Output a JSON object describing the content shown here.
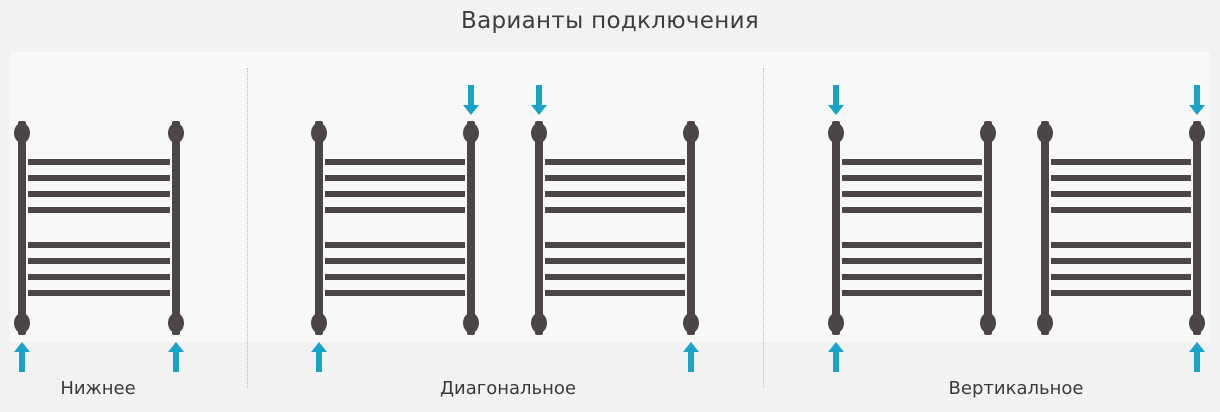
{
  "title": "Варианты подключения",
  "colors": {
    "pipe": "#4b4545",
    "arrow": "#1aa3c8",
    "background": "#f2f2f2"
  },
  "sections": [
    {
      "label": "Нижнее"
    },
    {
      "label": "Диагональное"
    },
    {
      "label": "Вертикальное"
    }
  ],
  "heaters": [
    {
      "name": "towel-rail-bottom",
      "arrows": [
        "bottom-left-up",
        "bottom-right-up"
      ]
    },
    {
      "name": "towel-rail-diagonal-1",
      "arrows": [
        "bottom-left-up",
        "top-right-down"
      ]
    },
    {
      "name": "towel-rail-diagonal-2",
      "arrows": [
        "top-left-down",
        "bottom-right-up"
      ]
    },
    {
      "name": "towel-rail-vertical-left",
      "arrows": [
        "top-left-down",
        "bottom-left-up"
      ]
    },
    {
      "name": "towel-rail-vertical-right",
      "arrows": [
        "top-right-down",
        "bottom-right-up"
      ]
    }
  ],
  "icons": {
    "inlet_up": "arrow-up-icon",
    "inlet_down": "arrow-down-icon"
  }
}
